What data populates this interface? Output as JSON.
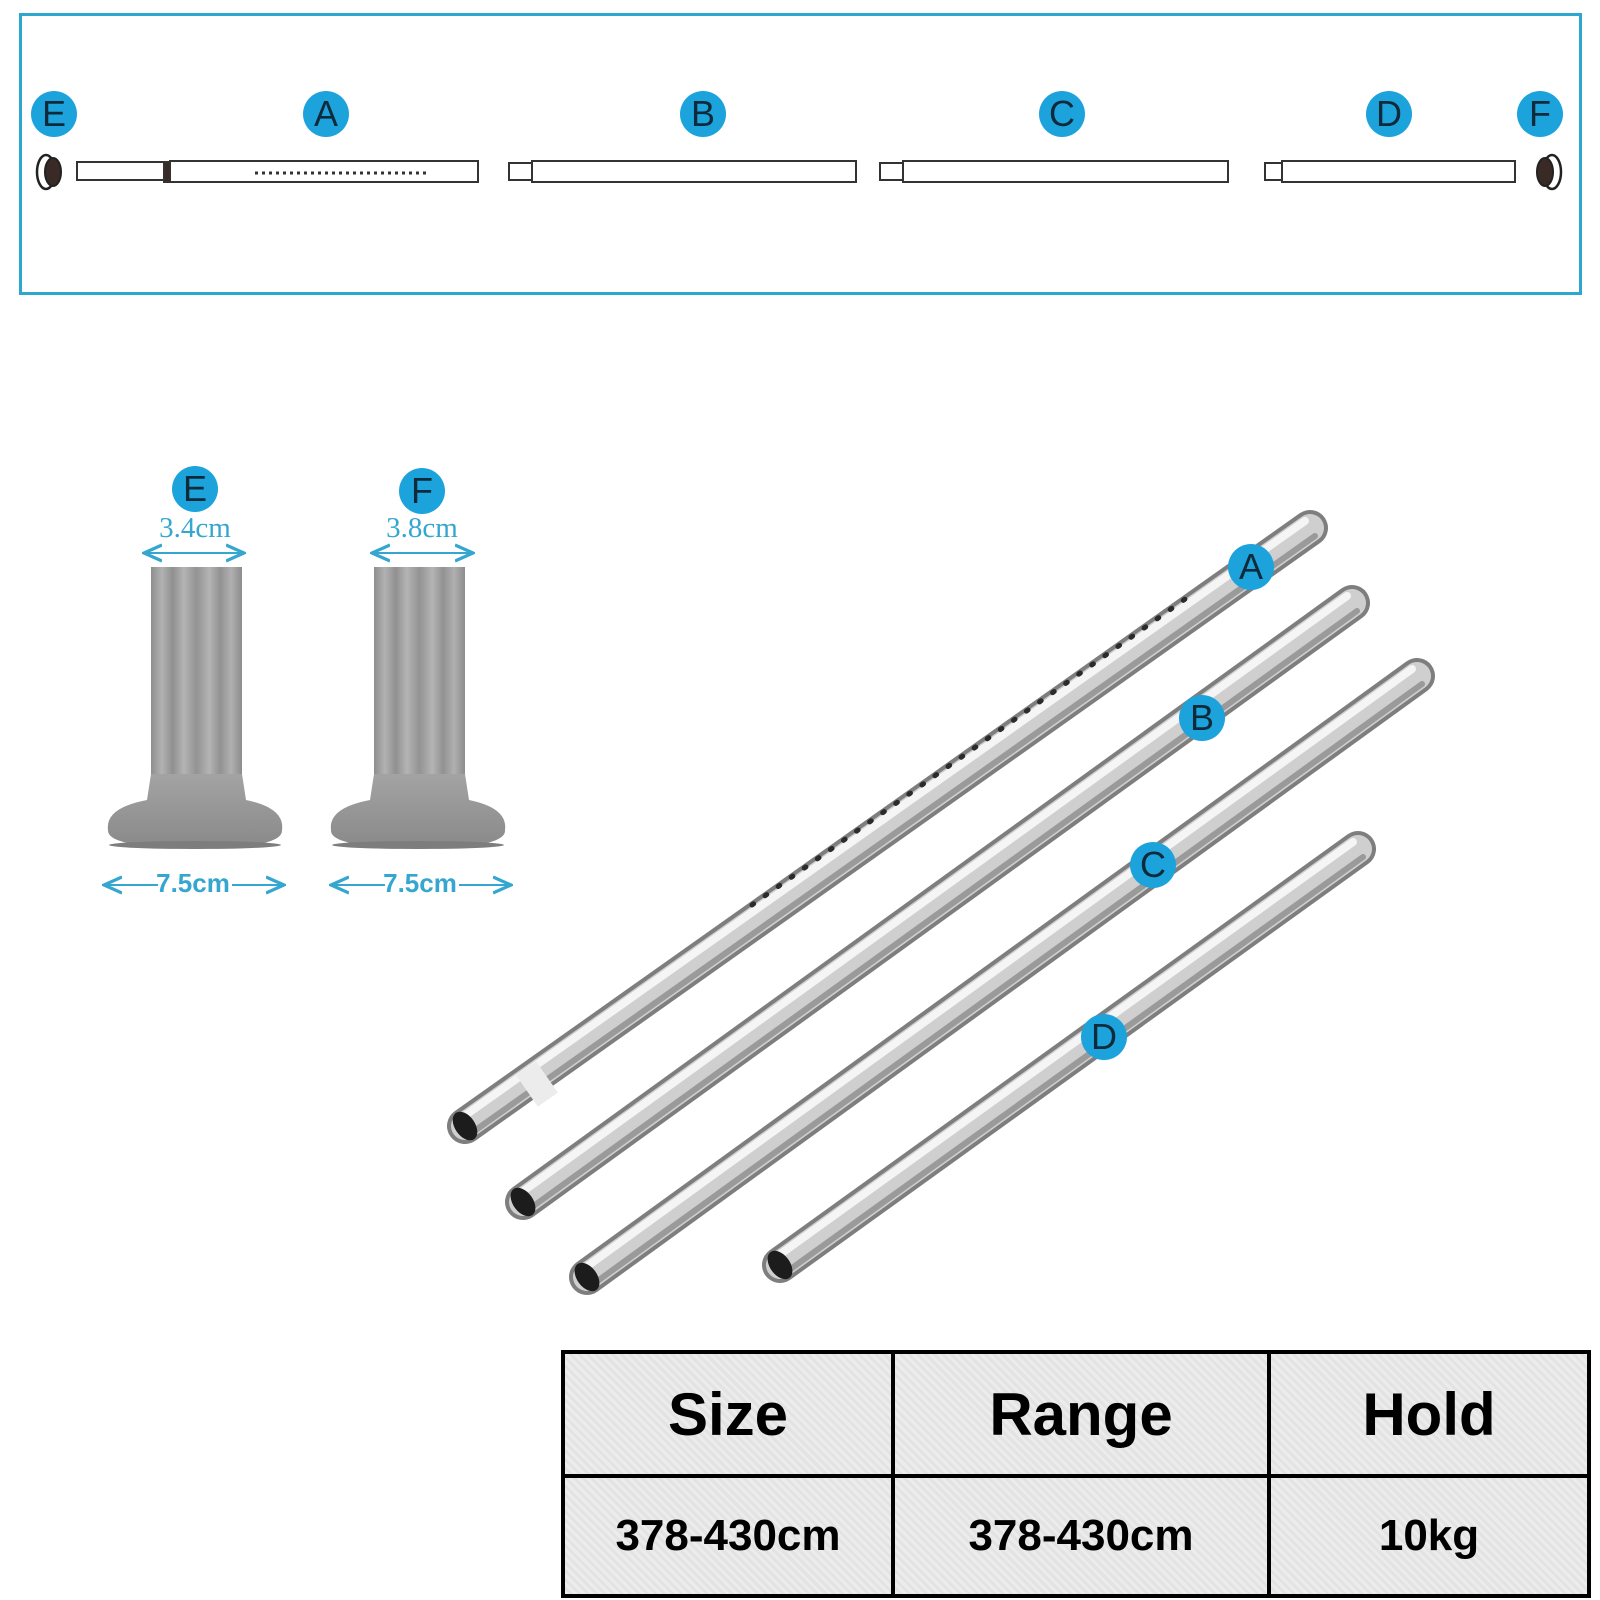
{
  "diagram": {
    "top_labels": [
      "E",
      "A",
      "B",
      "C",
      "D",
      "F"
    ],
    "product_labels": [
      "A",
      "B",
      "C",
      "D"
    ],
    "end_caps": [
      {
        "label": "E",
        "top_width": "3.4cm",
        "base_width": "7.5cm"
      },
      {
        "label": "F",
        "top_width": "3.8cm",
        "base_width": "7.5cm"
      }
    ],
    "colors": {
      "accent": "#1da3dc",
      "frame": "#2ea7cf",
      "dimension": "#35a6cf"
    }
  },
  "spec_table": {
    "headers": [
      "Size",
      "Range",
      "Hold"
    ],
    "values": [
      "378-430cm",
      "378-430cm",
      "10kg"
    ]
  }
}
